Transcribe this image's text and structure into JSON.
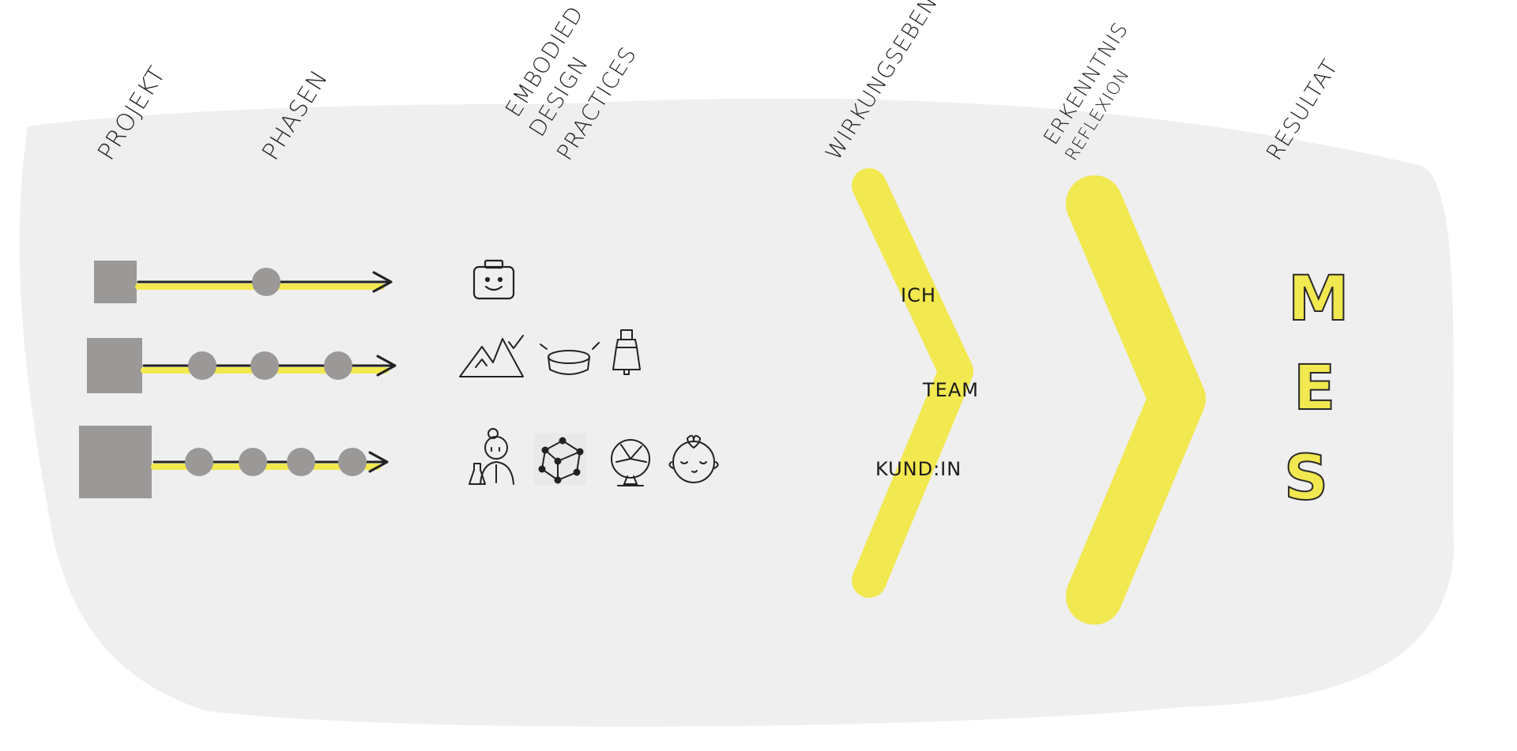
{
  "headers": {
    "projekt": "PROJEKT",
    "phasen": "PHASEN",
    "embodied": [
      "EMBODIED",
      "DESIGN",
      "PRACTICES"
    ],
    "wirkungsebenen": "WIRKUNGSEBENEN",
    "erkenntnis": [
      "ERKENNTNIS",
      "REFLEXION"
    ],
    "resultat": "RESULTAT"
  },
  "levels": [
    "ICH",
    "TEAM",
    "KUND:IN"
  ],
  "result_letters": [
    "M",
    "E",
    "S"
  ],
  "projects": [
    {
      "phases": 1,
      "icons": [
        "lego-head-icon"
      ]
    },
    {
      "phases": 3,
      "icons": [
        "mountains-icon",
        "buzzer-icon",
        "spray-bottle-icon"
      ]
    },
    {
      "phases": 4,
      "icons": [
        "scientist-icon",
        "network-cube-icon",
        "plasma-ball-icon",
        "mindful-face-icon"
      ]
    }
  ],
  "colors": {
    "background_blob": "#efefef",
    "accent_yellow": "#f2e84f",
    "node_gray": "#9b9898",
    "ink": "#222222"
  }
}
